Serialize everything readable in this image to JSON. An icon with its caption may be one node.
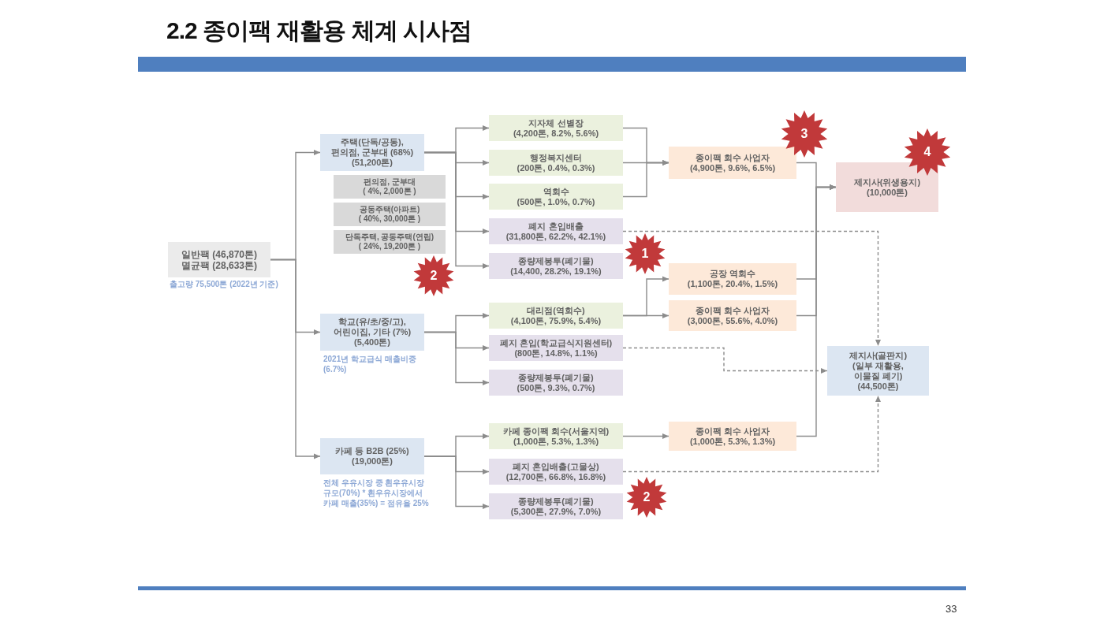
{
  "diagram": {
    "title": "2.2 종이팩 재활용 체계 시사점",
    "nodes": [
      {
        "text": [
          "일반팩 (46,870톤)",
          "멸균팩 (28,633톤)"
        ],
        "beside": [
          "출고량 75,500톤 (2022년 기준)"
        ]
      },
      {
        "text": [
          "주택(단독/공동), 편의점, 군부대 (68%)",
          "(51,200톤)"
        ]
      },
      {
        "text": [
          "편의점, 군부대",
          "( 4%, 2,000톤 )"
        ]
      },
      {
        "text": [
          "공동주택(아파트)",
          "( 40%, 30,000톤 )"
        ]
      },
      {
        "text": [
          "단독주택, 공동주택(연립)",
          "( 24%, 19,200톤 )"
        ]
      },
      {
        "text": [
          "학교(유/초/중/고), 어린이집, 기타 (7%)",
          "(5,400톤)"
        ],
        "beside": [
          "2021년 학교급식 매출비중 (6.7%)"
        ]
      },
      {
        "text": [
          "카페 등 B2B (25%)",
          "(19,000톤)"
        ],
        "beside": [
          "전체 우유시장 중 흰우유시장 규모(70%) * 흰우유시장에서 카페 매출(35%) = 점유율 25%"
        ]
      },
      {
        "text": [
          "지자체 선별장",
          "(4,200톤, 8.2%, 5.6%)"
        ]
      },
      {
        "text": [
          "행정복지센터",
          "(200톤, 0.4%, 0.3%)"
        ]
      },
      {
        "text": [
          "역회수",
          "(500톤, 1.0%, 0.7%)"
        ]
      },
      {
        "text": [
          "폐지 혼입배출",
          "(31,800톤, 62.2%, 42.1%)"
        ]
      },
      {
        "text": [
          "종량제봉투(폐기물)",
          "(14,400, 28.2%, 19.1%)"
        ]
      },
      {
        "text": [
          "대리점(역회수)",
          "(4,100톤, 75.9%, 5.4%)"
        ]
      },
      {
        "text": [
          "폐지 혼입(학교급식지원센터)",
          "(800톤, 14.8%, 1.1%)"
        ]
      },
      {
        "text": [
          "종량제봉투(폐기물)",
          "(500톤, 9.3%, 0.7%)"
        ]
      },
      {
        "text": [
          "카페 종이팩 회수(서울지역)",
          "(1,000톤, 5.3%, 1.3%)"
        ]
      },
      {
        "text": [
          "폐지 혼입배출(고물상)",
          "(12,700톤, 66.8%, 16.8%)"
        ]
      },
      {
        "text": [
          "종량제봉투(폐기물)",
          "(5,300톤, 27.9%, 7.0%)"
        ]
      },
      {
        "text": [
          "종이팩 회수 사업자",
          "(4,900톤, 9.6%, 6.5%)"
        ]
      },
      {
        "text": [
          "공장 역회수",
          "(1,100톤, 20.4%, 1.5%)"
        ]
      },
      {
        "text": [
          "종이팩 회수 사업자",
          "(3,000톤, 55.6%, 4.0%)"
        ]
      },
      {
        "text": [
          "종이팩 회수 사업자",
          "(1,000톤, 5.3%, 1.3%)"
        ]
      },
      {
        "text": [
          "제지사(위생용지)",
          "(10,000톤)"
        ]
      },
      {
        "text": [
          "제지사(골판지)",
          "(일부 재활용, 이물질 폐기)",
          "(44,500톤)"
        ]
      },
      {
        "text": [
          "3"
        ]
      },
      {
        "text": [
          "4"
        ]
      },
      {
        "text": [
          "1"
        ]
      },
      {
        "text": [
          "2"
        ]
      },
      {
        "text": [
          "2"
        ]
      }
    ],
    "edges": [
      {
        "from": 0,
        "to": 1,
        "arrow": "to"
      },
      {
        "from": 0,
        "to": 5,
        "arrow": "to"
      },
      {
        "from": 0,
        "to": 6,
        "arrow": "to"
      },
      {
        "from": 1,
        "to": 7,
        "arrow": "to"
      },
      {
        "from": 1,
        "to": 8,
        "arrow": "to"
      },
      {
        "from": 1,
        "to": 9,
        "arrow": "to"
      },
      {
        "from": 1,
        "to": 10,
        "arrow": "to"
      },
      {
        "from": 1,
        "to": 11,
        "arrow": "to"
      },
      {
        "from": 7,
        "to": 18,
        "arrow": "to"
      },
      {
        "from": 8,
        "to": 18,
        "arrow": "to"
      },
      {
        "from": 9,
        "to": 18,
        "arrow": "to"
      },
      {
        "from": 10,
        "to": 23,
        "arrow": "to",
        "style": "dashed"
      },
      {
        "from": 5,
        "to": 12,
        "arrow": "to"
      },
      {
        "from": 5,
        "to": 13,
        "arrow": "to"
      },
      {
        "from": 5,
        "to": 14,
        "arrow": "to"
      },
      {
        "from": 12,
        "to": 19,
        "arrow": "to"
      },
      {
        "from": 12,
        "to": 20,
        "arrow": "to"
      },
      {
        "from": 13,
        "to": 23,
        "arrow": "to",
        "style": "dashed"
      },
      {
        "from": 6,
        "to": 15,
        "arrow": "to"
      },
      {
        "from": 6,
        "to": 16,
        "arrow": "to"
      },
      {
        "from": 6,
        "to": 17,
        "arrow": "to"
      },
      {
        "from": 15,
        "to": 21,
        "arrow": "to"
      },
      {
        "from": 16,
        "to": 23,
        "arrow": "to",
        "style": "dashed"
      },
      {
        "from": 18,
        "to": 22,
        "arrow": "to"
      },
      {
        "from": 19,
        "to": 22,
        "arrow": "to"
      },
      {
        "from": 20,
        "to": 22,
        "arrow": "to"
      },
      {
        "from": 21,
        "to": 22,
        "arrow": "to"
      }
    ],
    "labels": [
      "33"
    ]
  }
}
